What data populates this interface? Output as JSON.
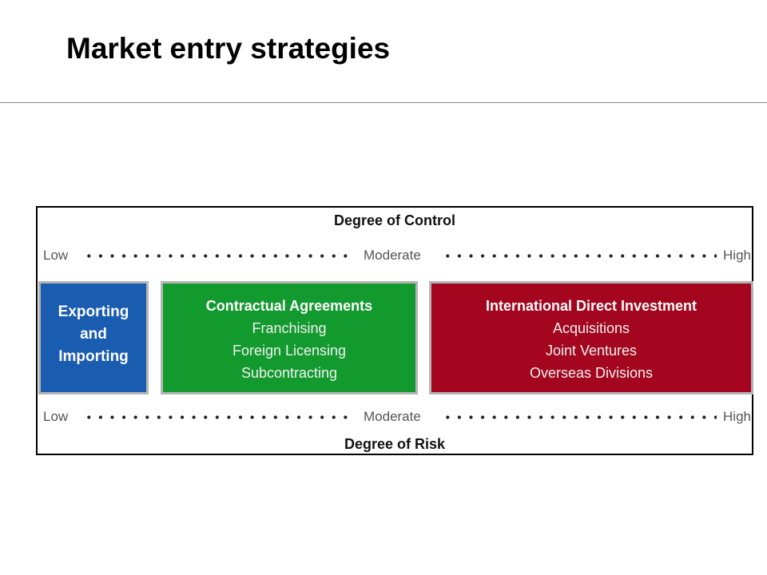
{
  "title": "Market entry strategies",
  "diagram": {
    "top_heading": "Degree of Control",
    "bottom_heading": "Degree of Risk",
    "scale": {
      "low": "Low",
      "moderate": "Moderate",
      "high": "High"
    },
    "boxes": [
      {
        "heading_lines": [
          "Exporting",
          "and",
          "Importing"
        ],
        "items": [],
        "color": "#1a5cb0"
      },
      {
        "heading_lines": [
          "Contractual Agreements"
        ],
        "items": [
          "Franchising",
          "Foreign Licensing",
          "Subcontracting"
        ],
        "color": "#139a2f"
      },
      {
        "heading_lines": [
          "International Direct Investment"
        ],
        "items": [
          "Acquisitions",
          "Joint Ventures",
          "Overseas Divisions"
        ],
        "color": "#a3061e"
      }
    ]
  }
}
